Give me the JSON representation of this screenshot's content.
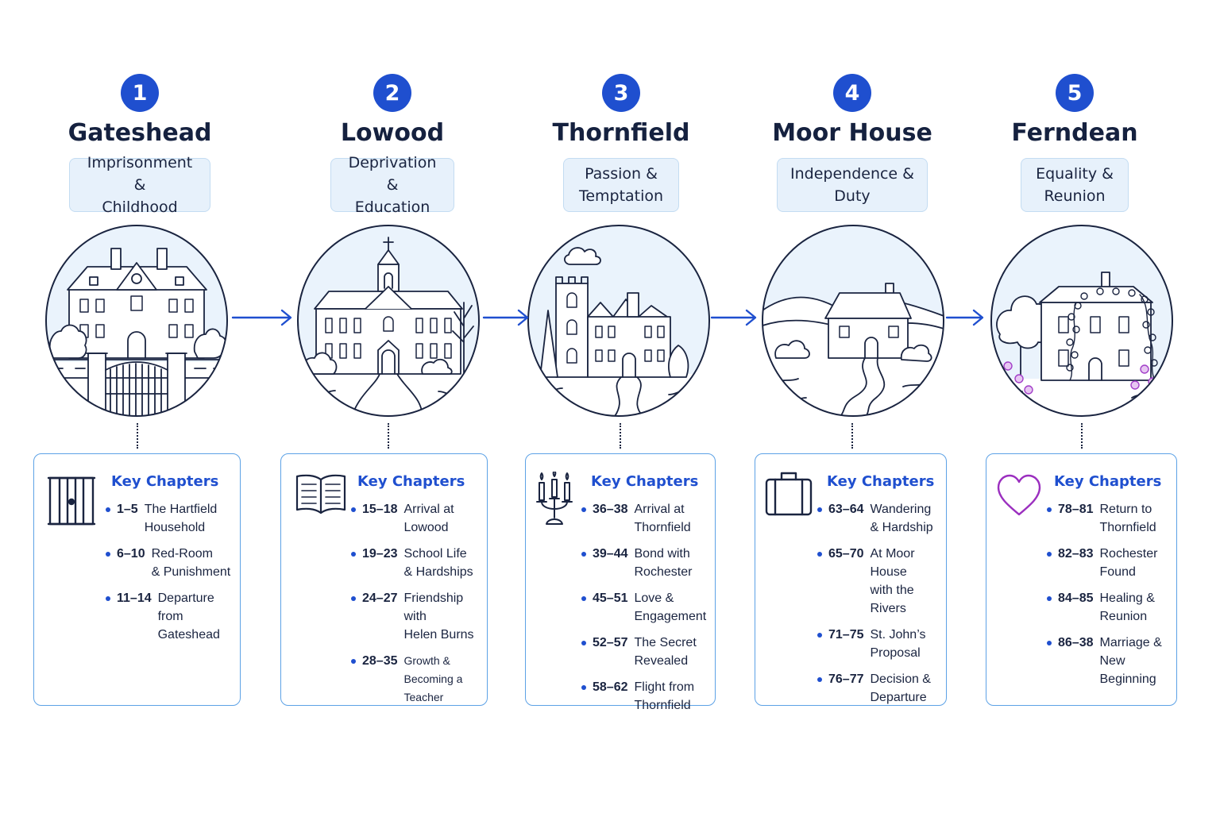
{
  "stages": [
    {
      "number": "1",
      "title": "Gateshead",
      "theme": "Imprisonment &\nChildhood",
      "scene_icon": "gated-manor-icon",
      "card_icon": "prison-door-icon",
      "card_title": "Key Chapters",
      "chapters": [
        {
          "range": "1–5",
          "label": "The Hartfield\nHousehold"
        },
        {
          "range": "6–10",
          "label": "Red-Room\n& Punishment"
        },
        {
          "range": "11–14",
          "label": "Departure from\nGateshead"
        }
      ]
    },
    {
      "number": "2",
      "title": "Lowood",
      "theme": "Deprivation &\nEducation",
      "scene_icon": "school-chapel-icon",
      "card_icon": "open-book-icon",
      "card_title": "Key Chapters",
      "chapters": [
        {
          "range": "15–18",
          "label": "Arrival at Lowood"
        },
        {
          "range": "19–23",
          "label": "School Life\n& Hardships"
        },
        {
          "range": "24–27",
          "label": "Friendship with\nHelen Burns"
        },
        {
          "range": "28–35",
          "label": "Growth &\nBecoming a Teacher"
        }
      ]
    },
    {
      "number": "3",
      "title": "Thornfield",
      "theme": "Passion &\nTemptation",
      "scene_icon": "castle-hall-icon",
      "card_icon": "candelabra-icon",
      "card_title": "Key Chapters",
      "chapters": [
        {
          "range": "36–38",
          "label": "Arrival at\nThornfield"
        },
        {
          "range": "39–44",
          "label": "Bond with\nRochester"
        },
        {
          "range": "45–51",
          "label": "Love &\nEngagement"
        },
        {
          "range": "52–57",
          "label": "The Secret\nRevealed"
        },
        {
          "range": "58–62",
          "label": "Flight from\nThornfield"
        }
      ]
    },
    {
      "number": "4",
      "title": "Moor House",
      "theme": "Independence &\nDuty",
      "scene_icon": "moor-cottage-icon",
      "card_icon": "suitcase-icon",
      "card_title": "Key Chapters",
      "chapters": [
        {
          "range": "63–64",
          "label": "Wandering\n& Hardship"
        },
        {
          "range": "65–70",
          "label": "At Moor House\nwith the Rivers"
        },
        {
          "range": "71–75",
          "label": "St. John’s\nProposal"
        },
        {
          "range": "76–77",
          "label": "Decision &\nDeparture"
        }
      ]
    },
    {
      "number": "5",
      "title": "Ferndean",
      "theme": "Equality &\nReunion",
      "scene_icon": "ivy-cottage-icon",
      "card_icon": "heart-icon",
      "card_title": "Key Chapters",
      "chapters": [
        {
          "range": "78–81",
          "label": "Return to\nThornfield"
        },
        {
          "range": "82–83",
          "label": "Rochester\nFound"
        },
        {
          "range": "84–85",
          "label": "Healing &\nReunion"
        },
        {
          "range": "86–38",
          "label": "Marriage &\nNew Beginning"
        }
      ]
    }
  ],
  "colors": {
    "accent": "#1f4fcf",
    "ink": "#1a2440",
    "theme_fill": "#e7f1fb",
    "card_border": "#5da2e6",
    "heart": "#9b2fbf",
    "flowers": "#a23fc8"
  }
}
